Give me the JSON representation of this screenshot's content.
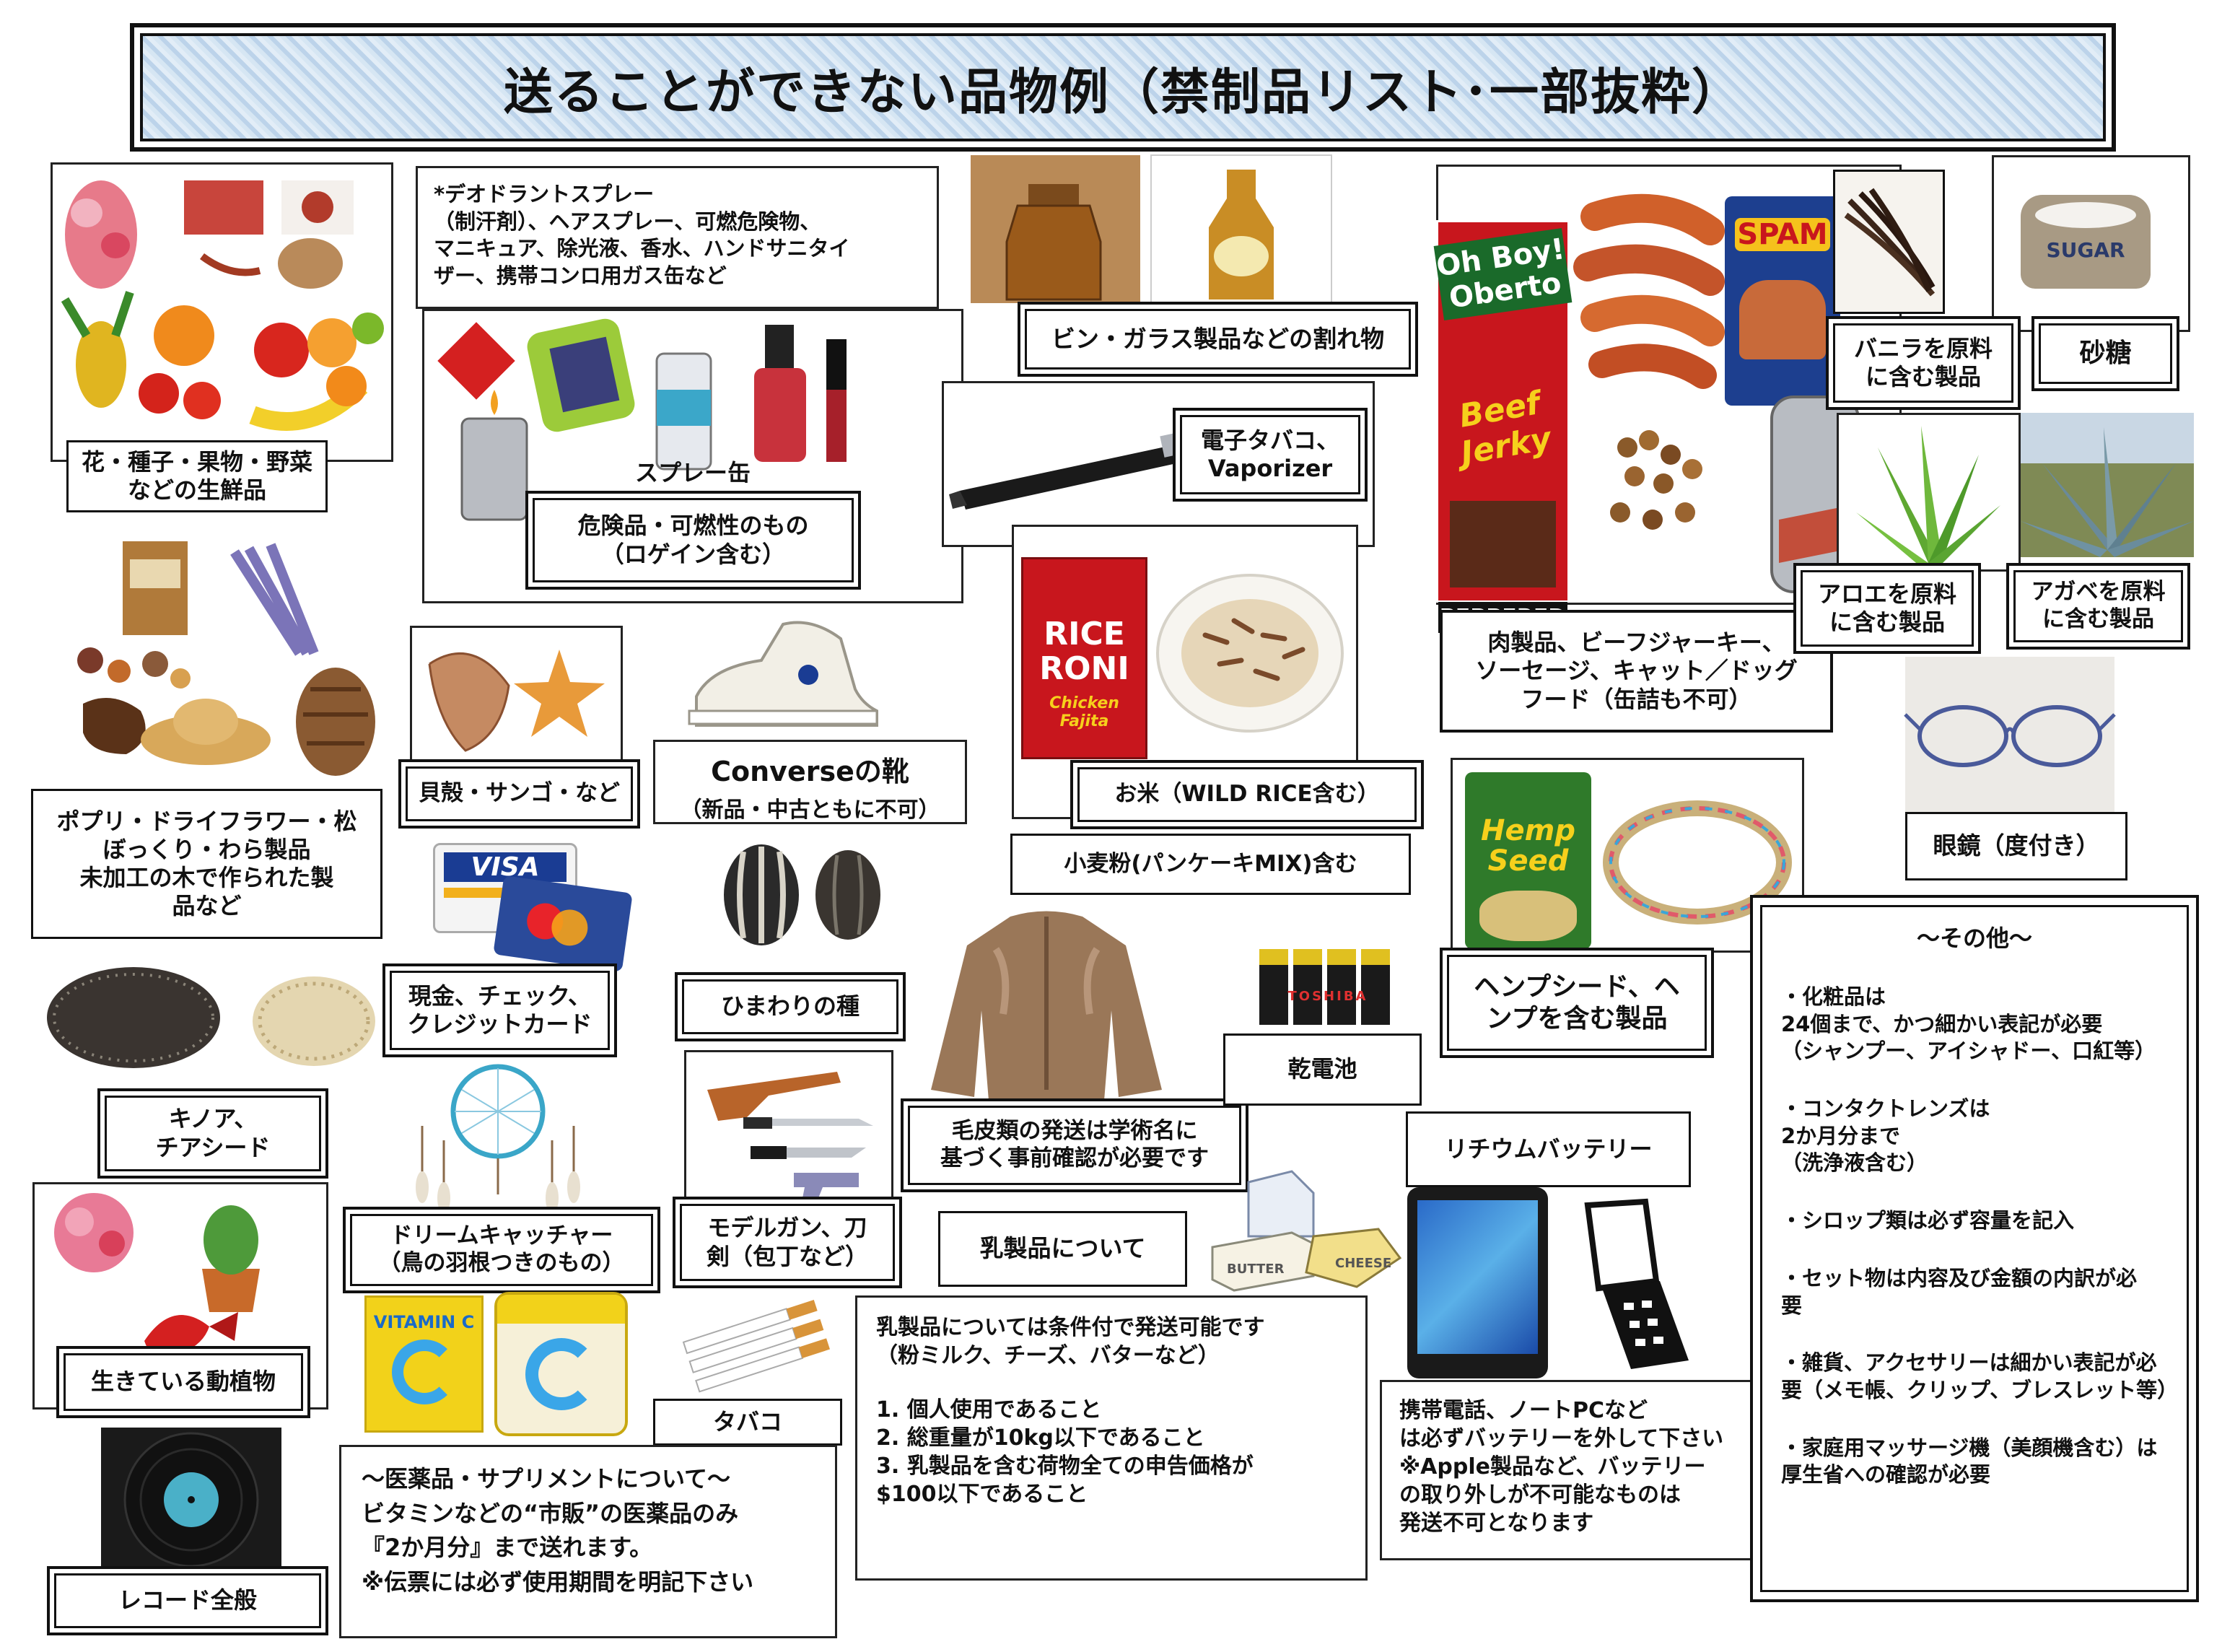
{
  "title": "送ることができない品物例（禁制品リスト･一部抜粋）",
  "labels": {
    "fresh_produce": "花・種子・果物・野菜\nなどの生鮮品",
    "deodorant_note": "*デオドラントスプレー\n（制汗剤）、ヘアスプレー、可燃危険物、\nマニキュア、除光液、香水、ハンドサニタイ\nザー、携帯コンロ用ガス缶など",
    "spray_can": "スプレー缶",
    "hazardous": "危険品・可燃性のもの\n（ロゲイン含む）",
    "glass": "ビン・ガラス製品などの割れ物",
    "ecig": "電子タバコ、\nVaporizer",
    "meat": "肉製品、ビーフジャーキー、\nソーセージ、キャット／ドッグ\nフード（缶詰も不可）",
    "vanilla": "バニラを原料\nに含む製品",
    "sugar": "砂糖",
    "aloe": "アロエを原料\nに含む製品",
    "agave": "アガベを原料\nに含む製品",
    "potpourri": "ポプリ・ドライフラワー・松\nぼっくり・わら製品\n未加工の木で作られた製\n品など",
    "shells": "貝殻・サンゴ・など",
    "converse_title": "Converseの靴",
    "converse_sub": "（新品・中古ともに不可）",
    "rice": "お米（WILD RICE含む）",
    "flour": "小麦粉(パンケーキMIX)含む",
    "glasses": "眼鏡（度付き）",
    "hemp": "ヘンプシード、ヘ\nンプを含む製品",
    "cash": "現金、チェック、\nクレジットカード",
    "sunflower": "ひまわりの種",
    "quinoa": "キノア、\nチアシード",
    "dry_battery": "乾電池",
    "fur": "毛皮類の発送は学術名に\n基づく事前確認が必要です",
    "lithium": "リチウムバッテリー",
    "dreamcatcher": "ドリームキャッチャー\n（鳥の羽根つきのもの）",
    "model_gun": "モデルガン、刀\n剣（包丁など）",
    "dairy_about": "乳製品について",
    "living": "生きている動植物",
    "tobacco": "タバコ",
    "records": "レコード全般"
  },
  "dairy_box": {
    "lines": [
      "乳製品については条件付で発送可能です",
      "（粉ミルク、チーズ、バターなど）",
      "",
      "1. 個人使用であること",
      "2. 総重量が10kg以下であること",
      "3. 乳製品を含む荷物全ての申告価格が",
      "$100以下であること"
    ]
  },
  "medicine_box": {
    "lines": [
      "～医薬品・サプリメントについて～",
      "ビタミンなどの“市販”の医薬品のみ",
      "『2か月分』まで送れます。",
      "※伝票には必ず使用期間を明記下さい"
    ]
  },
  "phone_box": {
    "lines": [
      "携帯電話、ノートPCなど",
      "は必ずバッテリーを外して下さい",
      "※Apple製品など、バッテリー",
      "の取り外しが不可能なものは",
      "発送不可となります"
    ]
  },
  "other_box": {
    "title": "～その他～",
    "items": [
      "・化粧品は\n24個まで、かつ細かい表記が必要\n（シャンプー、アイシャドー、口紅等）",
      "・コンタクトレンズは\n2か月分まで\n（洗浄液含む）",
      "・シロップ類は必ず容量を記入",
      "・セット物は内容及び金額の内訳が必\n要",
      "・雑貨、アクセサリーは細かい表記が必\n要（メモ帳、クリップ、ブレスレット等）",
      "・家庭用マッサージ機（美顔機含む）は\n厚生省への確認が必要"
    ]
  },
  "product_text": {
    "oberto_brand": "Oh Boy! Oberto",
    "oberto_product": "Beef Jerky",
    "oberto_flavor": "PEPPERED",
    "spam": "SPAM",
    "sugar_sack": "SUGAR",
    "rice_roni": "RICE RONI",
    "rice_roni_sub": "Chicken Fajita",
    "hemp_pack": "Hemp Seed",
    "visa": "VISA",
    "vitamin": "VITAMIN C",
    "battery_brand": "TOSHIBA",
    "cheese": "CHEESE",
    "butter": "BUTTER"
  },
  "colors": {
    "title_bg": "#cfe0f0",
    "frame": "#111111",
    "spam_blue": "#1d3f8f",
    "oberto_red": "#c8161d",
    "vitamin_yellow": "#f2d21a",
    "visa_blue": "#1a3c93"
  }
}
